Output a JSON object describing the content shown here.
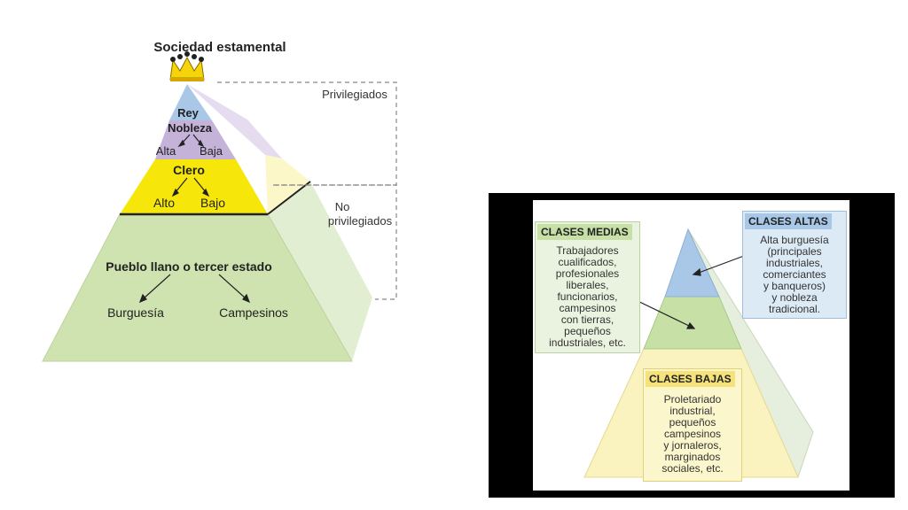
{
  "left": {
    "title": "Sociedad estamental",
    "rey": "Rey",
    "nobleza": "Nobleza",
    "alta": "Alta",
    "baja": "Baja",
    "clero": "Clero",
    "alto": "Alto",
    "bajo": "Bajo",
    "pueblo": "Pueblo llano o tercer estado",
    "burguesia": "Burguesía",
    "campesinos": "Campesinos",
    "privilegiados": "Privilegiados",
    "no": "No",
    "no_privilegiados": "privilegiados",
    "colors": {
      "rey": "#a9c8e8",
      "nobleza": "#c5b2d9",
      "clero": "#f6e60a",
      "pueblo": "#cfe3b0"
    }
  },
  "right": {
    "medias_title": "CLASES MEDIAS",
    "medias_lines": [
      "Trabajadores",
      "cualificados,",
      "profesionales",
      "liberales,",
      "funcionarios,",
      "campesinos",
      "con tierras,",
      "pequeños",
      "industriales, etc."
    ],
    "altas_title": "CLASES ALTAS",
    "altas_lines": [
      "Alta burguesía",
      "(principales",
      "industriales,",
      "comerciantes",
      "y banqueros)",
      "y nobleza",
      "tradicional."
    ],
    "bajas_title": "CLASES BAJAS",
    "bajas_lines": [
      "Proletariado",
      "industrial,",
      "pequeños",
      "campesinos",
      "y jornaleros,",
      "marginados",
      "sociales, etc."
    ],
    "colors": {
      "altas": "#a9c8e8",
      "medias": "#c6e0a6",
      "bajas": "#fbf3bf"
    }
  }
}
